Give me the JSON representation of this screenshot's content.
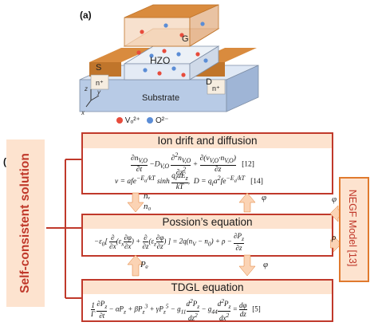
{
  "panel_a_label": "(a)",
  "panel_b_label": "(b)",
  "device": {
    "gate_label": "G",
    "source_label": "S",
    "drain_label": "D",
    "hzo_label": "HZO",
    "n_plus_left": "n⁺",
    "n_plus_right": "n⁺",
    "substrate_label": "Substrate",
    "axis_z": "z",
    "axis_y": "y",
    "axis_x": "x"
  },
  "legend": {
    "vo_label": "Vₒ²⁺",
    "o_label": "O²⁻"
  },
  "colors": {
    "accent_red": "#c0392b",
    "accent_orange": "#e07a2e",
    "fill_peach": "#fde3cf",
    "arrow_fill": "#fbd3b4",
    "vo_dot": "#e74c3c",
    "o_dot": "#5b8dd6"
  },
  "self_consistent_label": "Self-consistent solution",
  "boxes": {
    "ion": {
      "title": "Ion drift and diffusion",
      "ref1": "[12]",
      "ref2": "[14]"
    },
    "poisson": {
      "title": "Possion’s equation"
    },
    "tdgl": {
      "title": "TDGL equation",
      "ref": "[5]"
    }
  },
  "negf": {
    "label": "NEGF Model",
    "ref": "[13]"
  },
  "symbols": {
    "phi_top": "φ",
    "nv": "nᵥ",
    "n0": "n₀",
    "pz": "Pᵨ",
    "phi_bottom": "φ",
    "phi_negf": "φ",
    "rho_negf": "ρ"
  }
}
